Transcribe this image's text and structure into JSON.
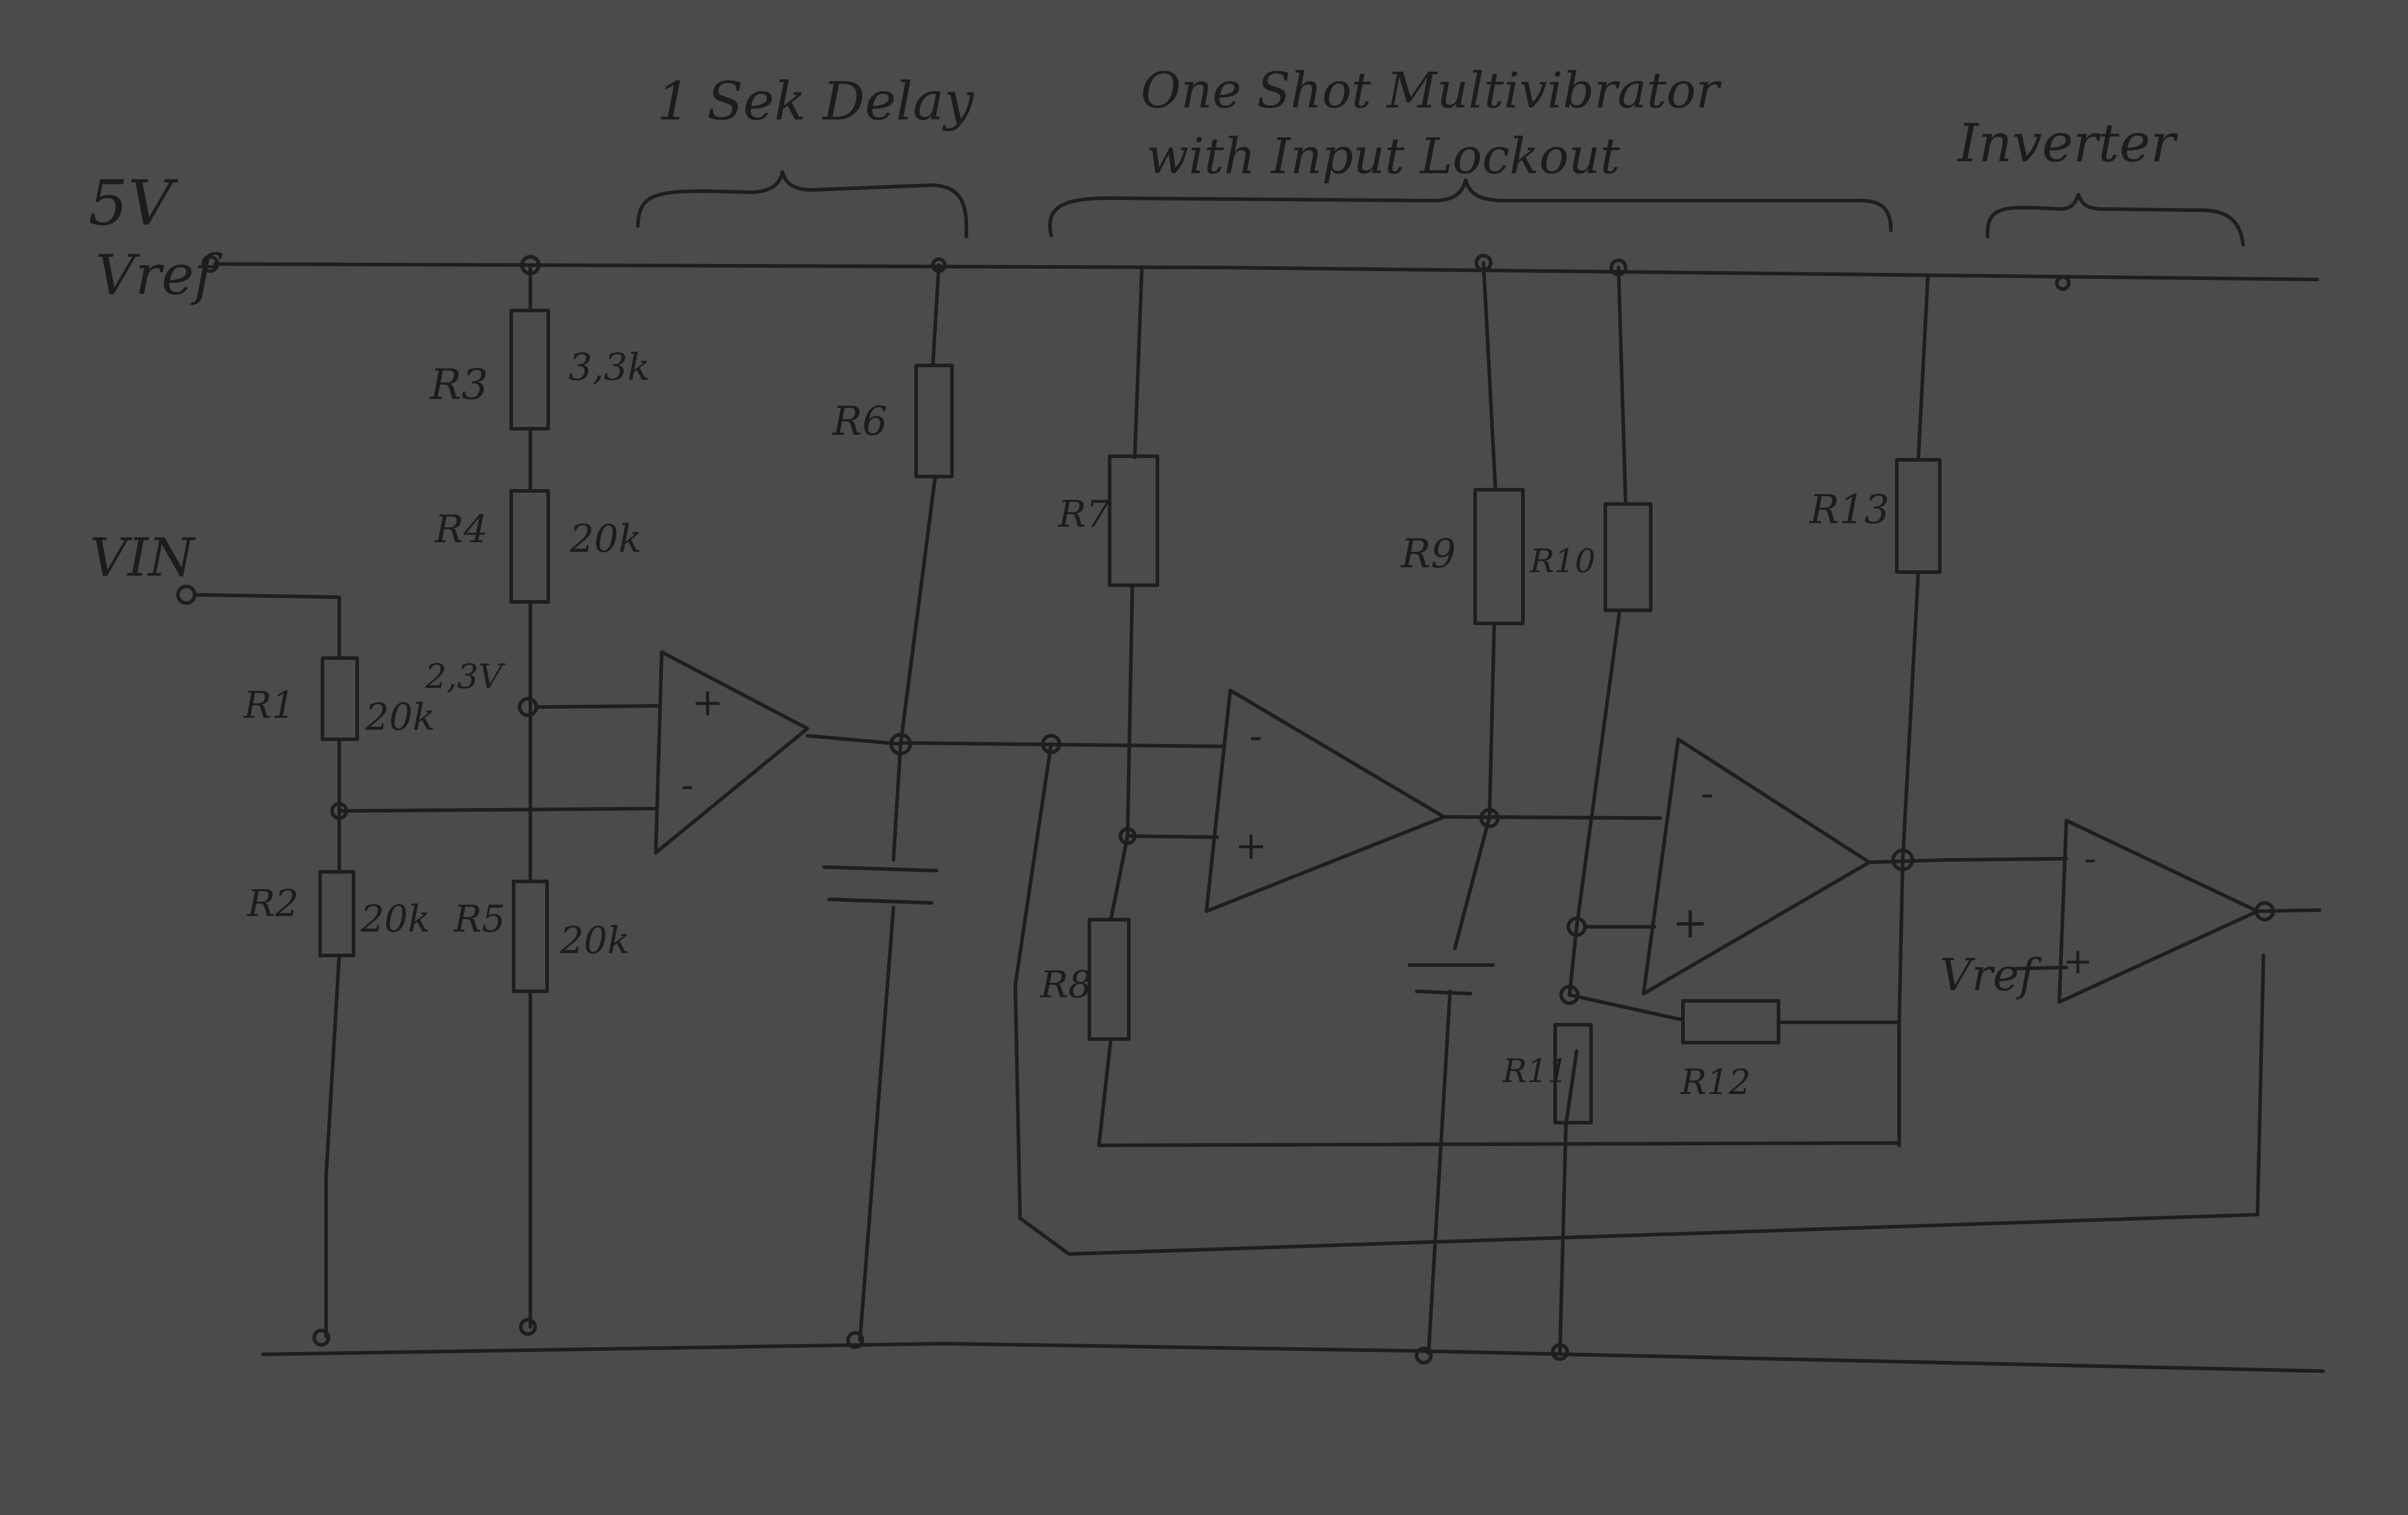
{
  "labels": {
    "supply_voltage": "5V",
    "vref_top": "Vref",
    "vin": "VIN",
    "delay_section": "1 Sek Delay",
    "oneshot_line1": "One Shot Multivibrator",
    "oneshot_line2": "with Input Lockout",
    "inverter_section": "Inverter",
    "node_voltage": "2,3V",
    "vref_inverter": "Vref",
    "plus": "+",
    "minus": "-"
  },
  "components": {
    "r1": {
      "name": "R1",
      "value": "20k"
    },
    "r2": {
      "name": "R2",
      "value": "20k"
    },
    "r3": {
      "name": "R3",
      "value": "3,3k"
    },
    "r4": {
      "name": "R4",
      "value": "20k"
    },
    "r5": {
      "name": "R5",
      "value": "20k"
    },
    "r6": {
      "name": "R6"
    },
    "r7": {
      "name": "R7"
    },
    "r8": {
      "name": "R8"
    },
    "r9": {
      "name": "R9"
    },
    "r10": {
      "name": "R10"
    },
    "r11": {
      "name": "R11"
    },
    "r12": {
      "name": "R12"
    },
    "r13": {
      "name": "R13"
    }
  }
}
